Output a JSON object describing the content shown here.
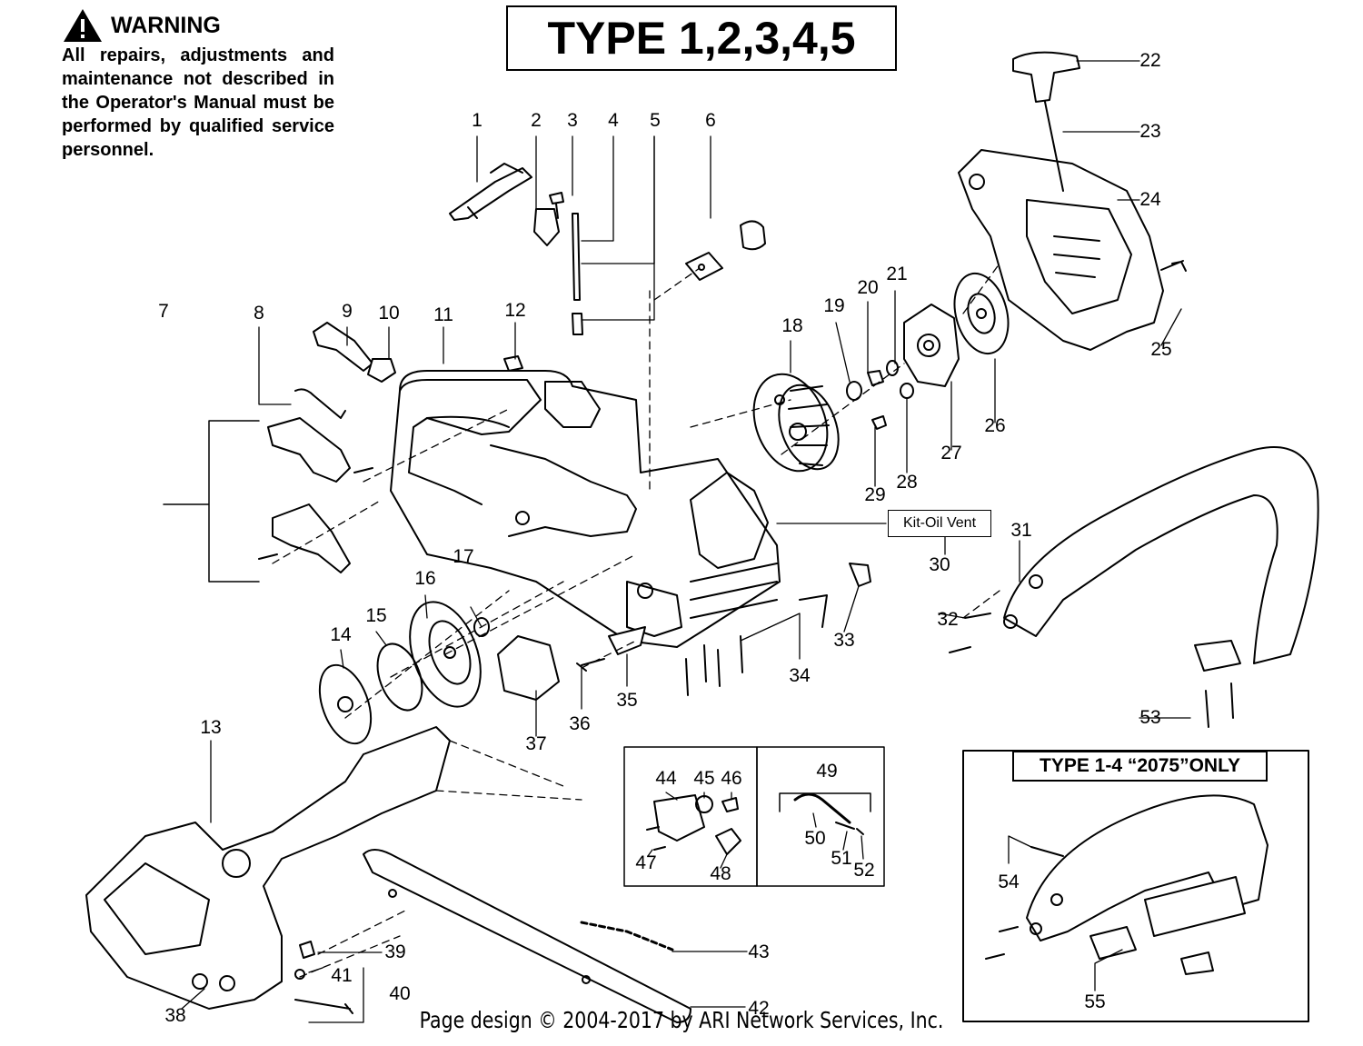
{
  "warning": {
    "title": "WARNING",
    "text": "All repairs, adjustments and maintenance not described in the Operator's Manual must be performed by qualified service personnel."
  },
  "type_heading": "TYPE 1,2,3,4,5",
  "inset_heading": "TYPE 1-4 “2075”ONLY",
  "kit_label": "Kit-Oil Vent",
  "footer": "Page design © 2004-2017 by ARI Network Services, Inc.",
  "callouts": [
    "1",
    "2",
    "3",
    "4",
    "5",
    "6",
    "7",
    "8",
    "9",
    "10",
    "11",
    "12",
    "13",
    "14",
    "15",
    "16",
    "17",
    "18",
    "19",
    "20",
    "21",
    "22",
    "23",
    "24",
    "25",
    "26",
    "27",
    "28",
    "29",
    "30",
    "31",
    "32",
    "33",
    "34",
    "35",
    "36",
    "37",
    "38",
    "39",
    "40",
    "41",
    "42",
    "43",
    "44",
    "45",
    "46",
    "47",
    "48",
    "49",
    "50",
    "51",
    "52",
    "53",
    "54",
    "55"
  ],
  "icons": {
    "warning": "warning-triangle-icon"
  },
  "colors": {
    "line": "#000000",
    "background": "#ffffff"
  }
}
